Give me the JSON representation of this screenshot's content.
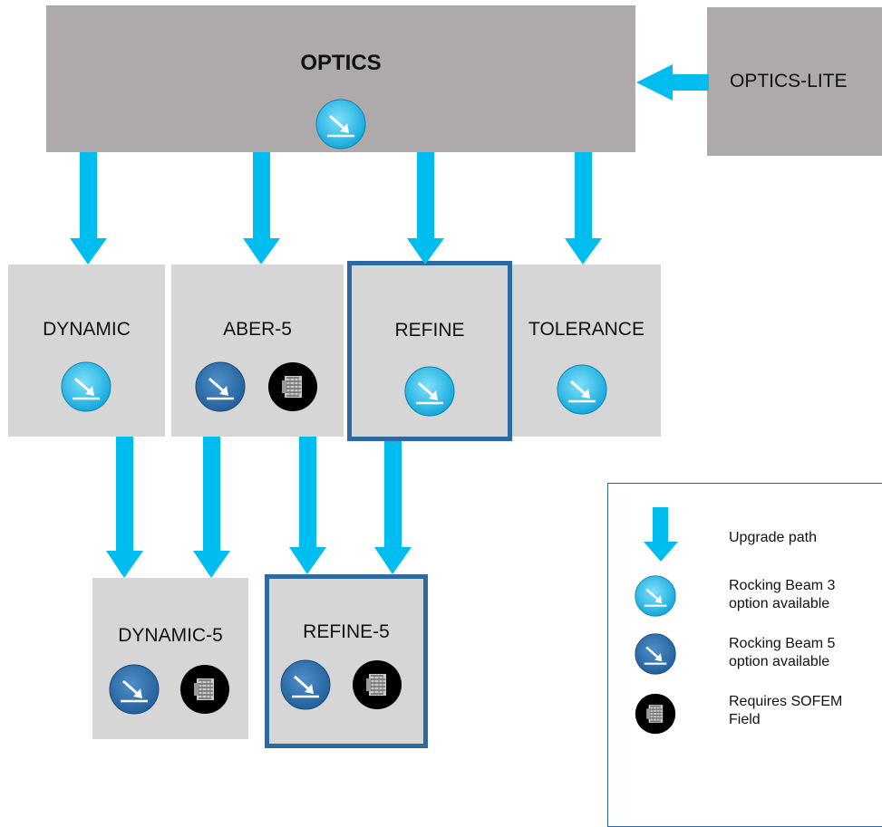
{
  "nodes": {
    "optics": "OPTICS",
    "optics_lite": "OPTICS-LITE",
    "dynamic": "DYNAMIC",
    "aber5": "ABER-5",
    "refine": "REFINE",
    "tolerance": "TOLERANCE",
    "dynamic5": "DYNAMIC-5",
    "refine5": "REFINE-5"
  },
  "legend": {
    "upgrade_path": "Upgrade path",
    "rb3": "Rocking Beam 3\noption available",
    "rb5": "Rocking Beam 5\noption available",
    "sofem": "Requires SOFEM\nField"
  },
  "colors": {
    "box_fill": "#aeaaab",
    "light_box_fill": "#d7d6d6",
    "arrow": "#00bdf0",
    "highlight_border": "#2e6aa2",
    "rb3_icon": "#1eb4e4",
    "rb5_icon": "#2d6fab",
    "sofem_icon": "#000000"
  },
  "icons": {
    "rb3": "rocking-beam-3-icon",
    "rb5": "rocking-beam-5-icon",
    "sofem": "sofem-field-icon"
  }
}
